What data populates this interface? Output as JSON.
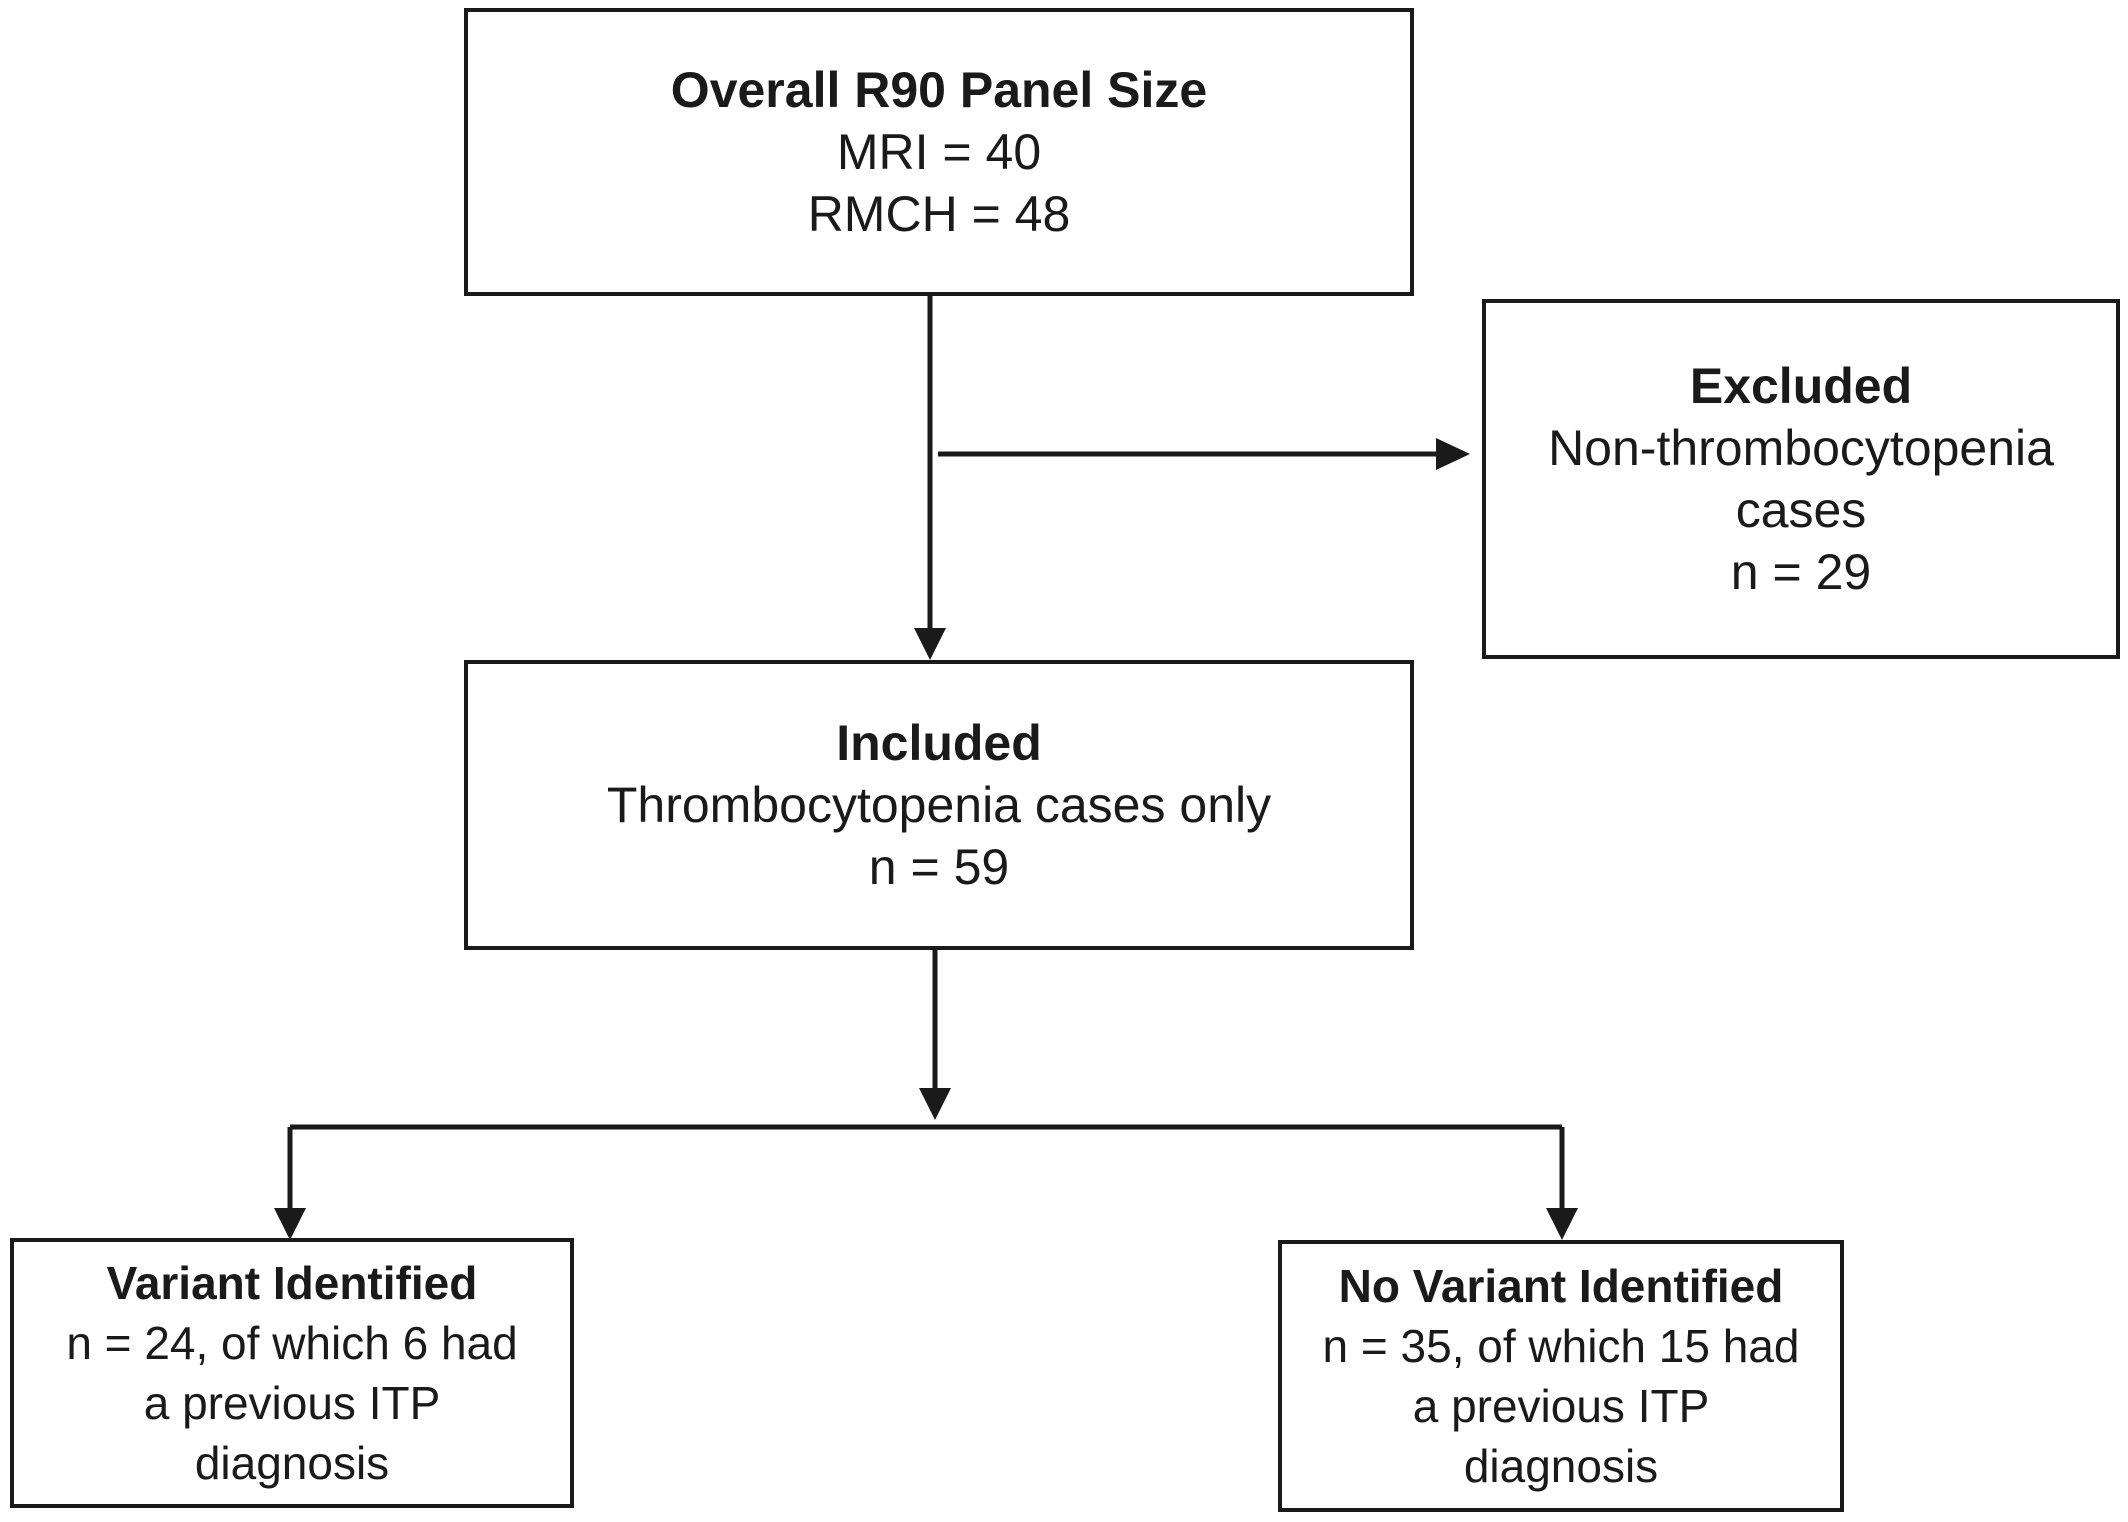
{
  "overall": {
    "heading": "Overall R90 Panel Size",
    "lines": [
      "MRI = 40",
      "RMCH = 48"
    ]
  },
  "excluded": {
    "heading": "Excluded",
    "lines": [
      "Non-thrombocytopenia",
      "cases",
      "n = 29"
    ]
  },
  "included": {
    "heading": "Included",
    "lines": [
      "Thrombocytopenia cases only",
      "n = 59"
    ]
  },
  "variant": {
    "heading": "Variant Identified",
    "lines": [
      "n = 24, of which 6 had",
      "a previous ITP",
      "diagnosis"
    ]
  },
  "no_variant": {
    "heading": "No Variant Identified",
    "lines": [
      "n = 35, of which 15 had",
      "a previous ITP",
      "diagnosis"
    ]
  }
}
